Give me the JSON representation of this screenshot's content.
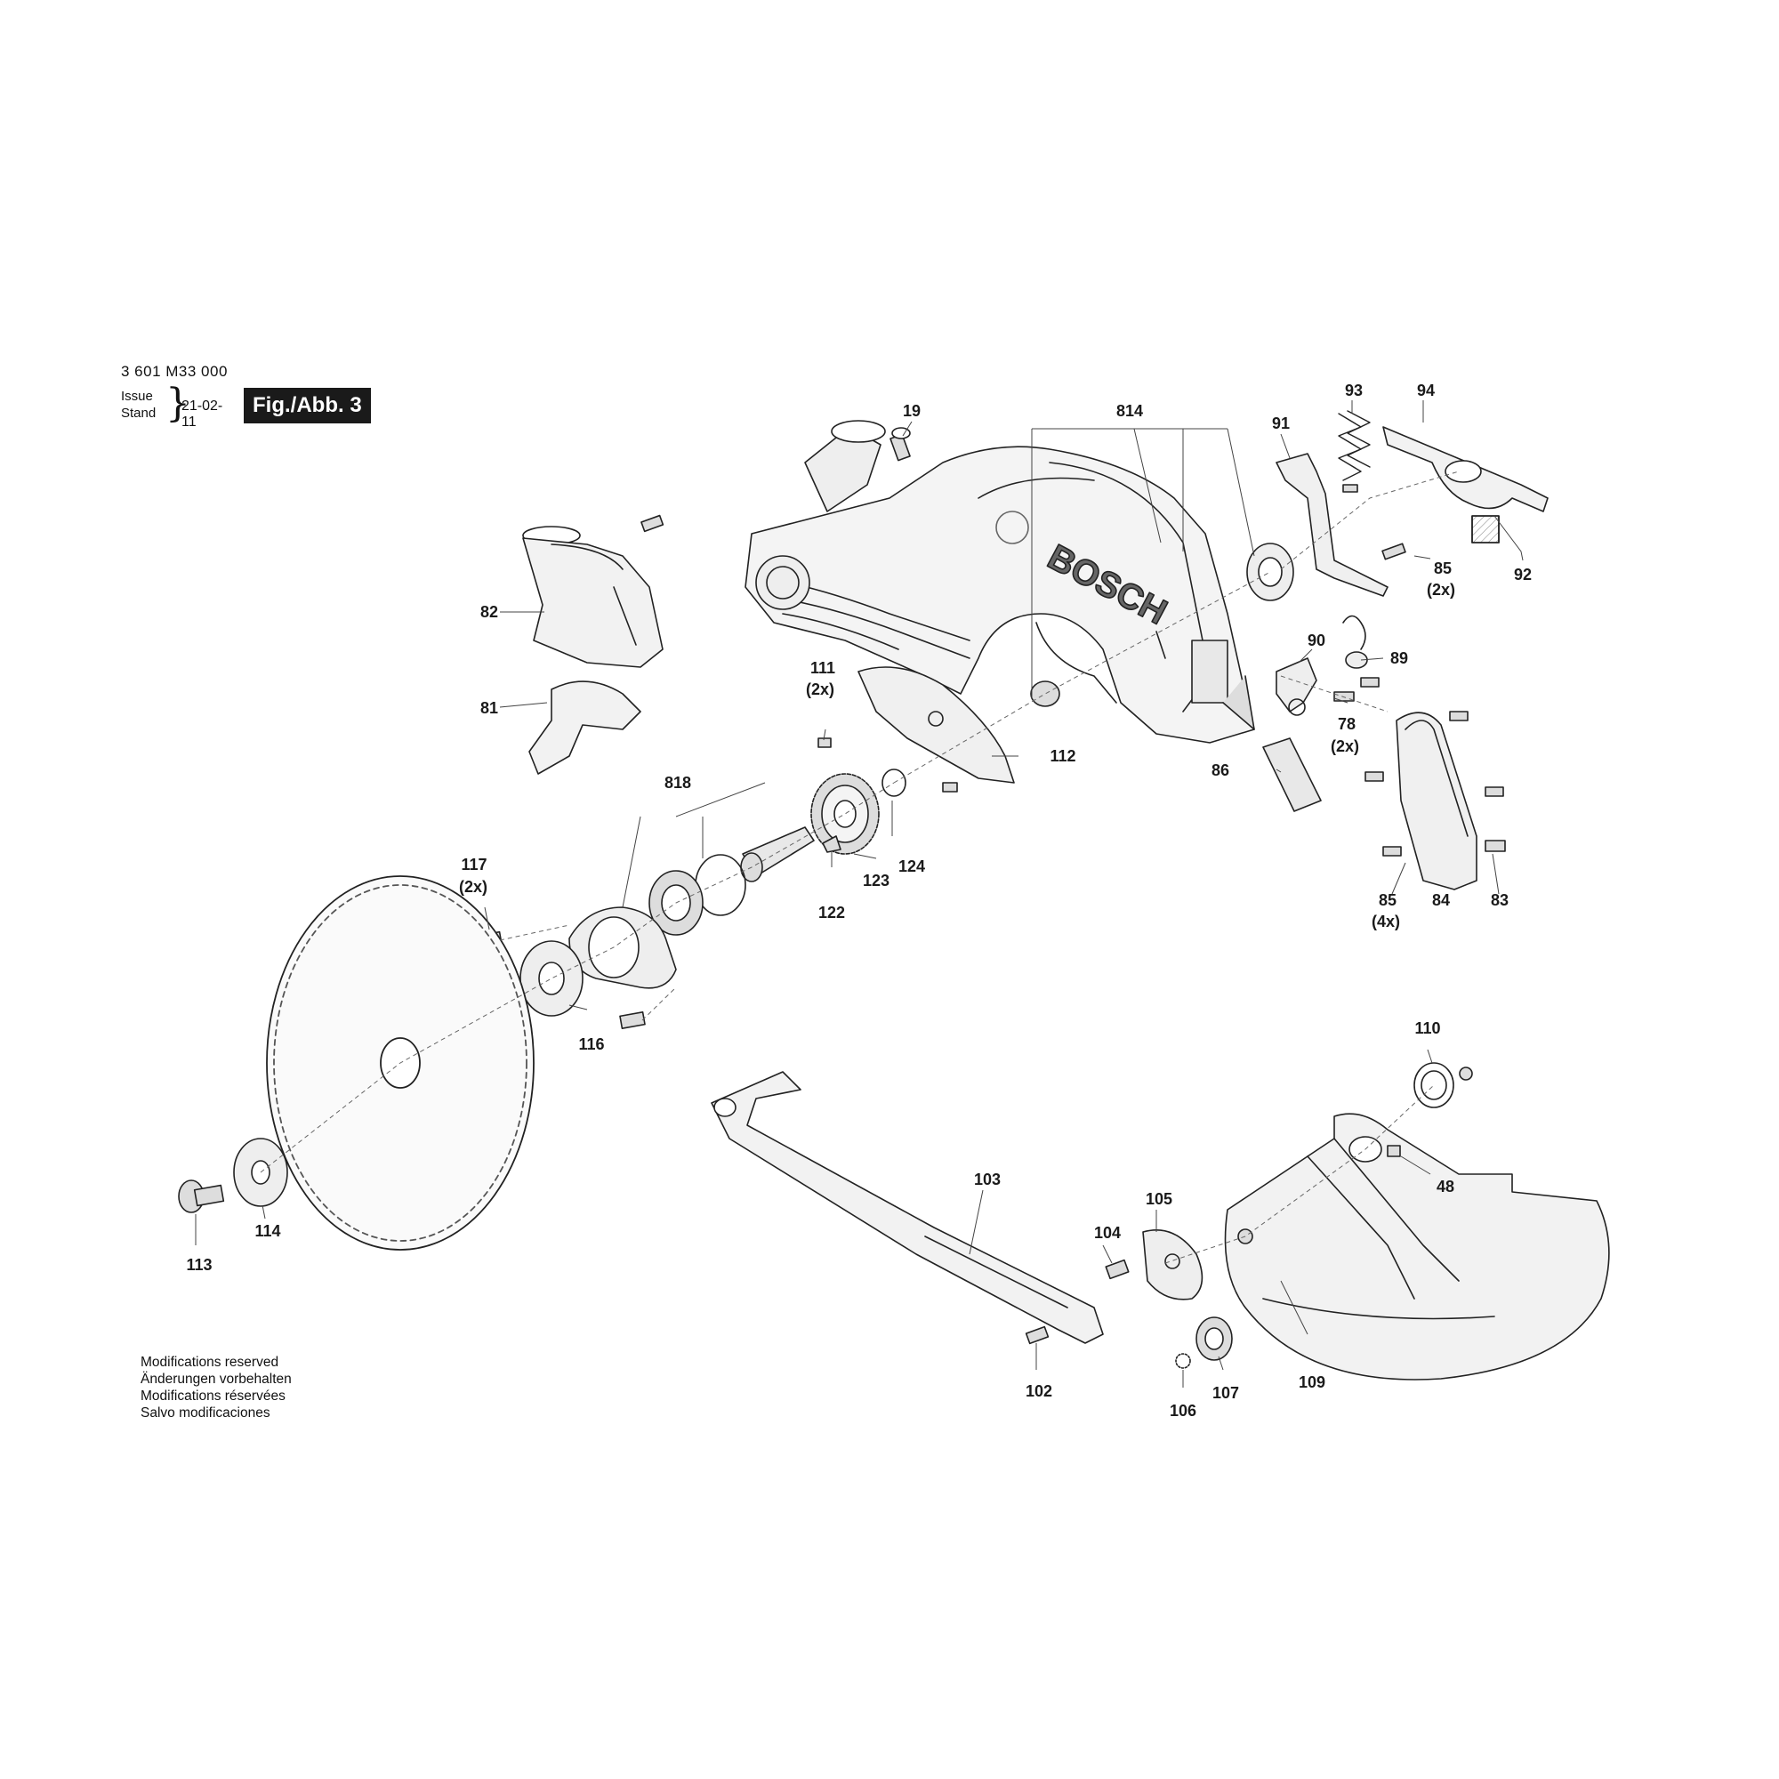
{
  "header": {
    "document_number": "3 601 M33 000",
    "issue_label": "Issue",
    "stand_label": "Stand",
    "issue_date": "21-02-11",
    "figure_label": "Fig./Abb. 3"
  },
  "brand_marking": "BOSCH",
  "callouts": {
    "c19": "19",
    "c814": "814",
    "c91": "91",
    "c93": "93",
    "c94": "94",
    "c92": "92",
    "c85a": "85",
    "c85a_qty": "(2x)",
    "c82": "82",
    "c81": "81",
    "c90": "90",
    "c89": "89",
    "c78": "78",
    "c78_qty": "(2x)",
    "c111": "111",
    "c111_qty": "(2x)",
    "c112": "112",
    "c86": "86",
    "c818": "818",
    "c124": "124",
    "c123": "123",
    "c122": "122",
    "c117": "117",
    "c117_qty": "(2x)",
    "c116": "116",
    "c85b": "85",
    "c85b_qty": "(4x)",
    "c84": "84",
    "c83": "83",
    "c110": "110",
    "c48": "48",
    "c103": "103",
    "c105": "105",
    "c104": "104",
    "c102": "102",
    "c106": "106",
    "c107": "107",
    "c109": "109",
    "c113": "113",
    "c114": "114"
  },
  "footer": {
    "line1": "Modifications reserved",
    "line2": "Änderungen vorbehalten",
    "line3": "Modifications réservées",
    "line4": "Salvo modificaciones"
  }
}
